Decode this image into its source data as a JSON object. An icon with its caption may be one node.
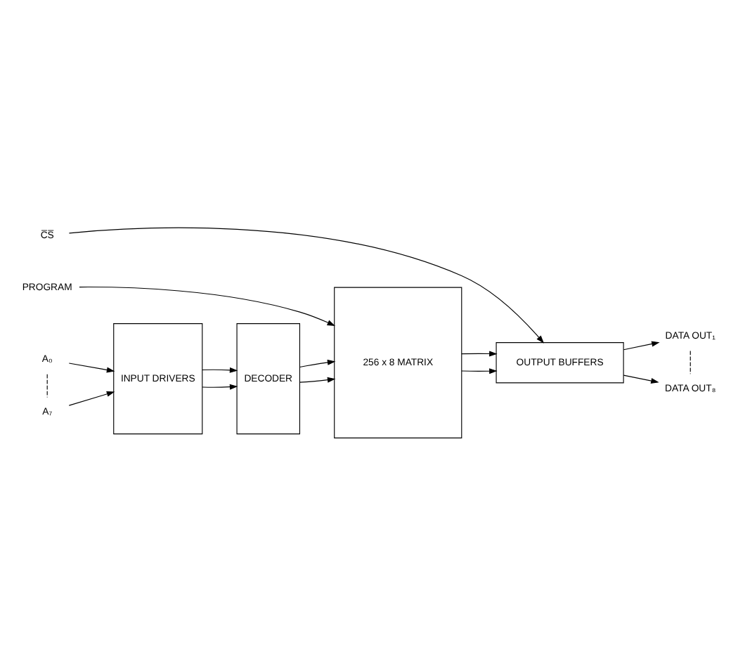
{
  "diagram": {
    "nodes": [
      {
        "text": [
          "PROGRAM"
        ]
      },
      {
        "text": [
          "A₀"
        ]
      },
      {
        "text": [
          "A₇"
        ]
      },
      {
        "text": [
          "INPUT DRIVERS"
        ]
      },
      {
        "text": [
          "DECODER"
        ]
      },
      {
        "text": [
          "256 x 8 MATRIX"
        ]
      },
      {
        "text": [
          "C̅S̅"
        ]
      },
      {
        "text": [
          "OUTPUT BUFFERS"
        ]
      },
      {
        "text": [
          "DATA OUT₁"
        ]
      },
      {
        "text": [
          "DATA OUT₈"
        ]
      }
    ],
    "edges": [
      {
        "from": 0,
        "to": 5,
        "arrow": "to"
      },
      {
        "from": 1,
        "to": 3,
        "arrow": "to"
      },
      {
        "from": 2,
        "to": 3,
        "arrow": "to"
      },
      {
        "from": 1,
        "to": 2,
        "arrow": "none",
        "style": "dashed"
      },
      {
        "from": 3,
        "to": 4,
        "arrow": "to"
      },
      {
        "from": 3,
        "to": 4,
        "arrow": "to"
      },
      {
        "from": 4,
        "to": 5,
        "arrow": "to"
      },
      {
        "from": 4,
        "to": 5,
        "arrow": "to"
      },
      {
        "from": 5,
        "to": 7,
        "arrow": "to"
      },
      {
        "from": 5,
        "to": 7,
        "arrow": "to"
      },
      {
        "from": 6,
        "to": 7,
        "arrow": "to"
      },
      {
        "from": 7,
        "to": 8,
        "arrow": "to"
      },
      {
        "from": 7,
        "to": 9,
        "arrow": "to"
      },
      {
        "from": 8,
        "to": 9,
        "arrow": "none",
        "style": "dashed"
      }
    ]
  }
}
